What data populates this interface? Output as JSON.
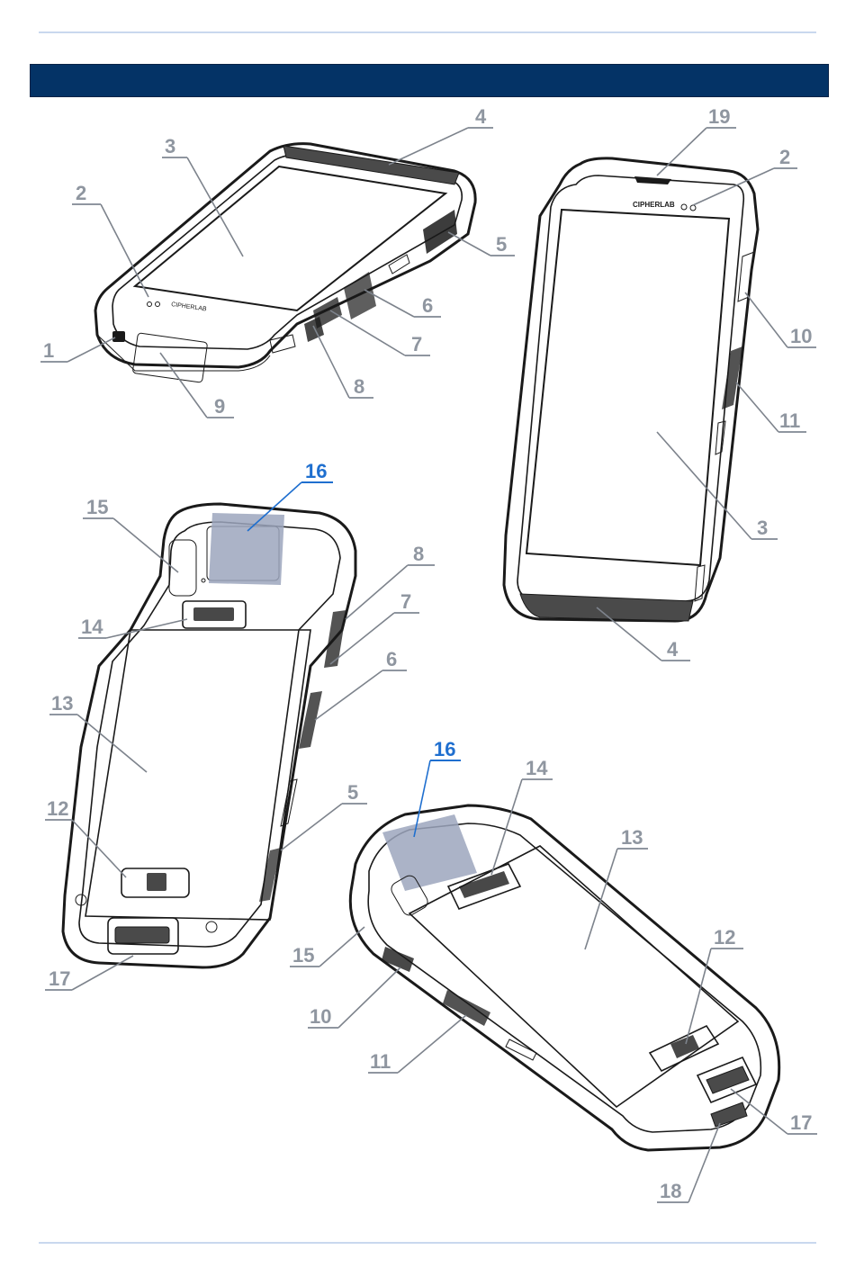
{
  "header": {
    "title": ""
  },
  "brand_logo": "CIPHERLAB",
  "views": [
    {
      "id": "front-left",
      "callouts": [
        "1",
        "2",
        "3",
        "4",
        "5",
        "6",
        "7",
        "8",
        "9"
      ]
    },
    {
      "id": "front-right",
      "callouts": [
        "19",
        "2",
        "10",
        "11",
        "3",
        "4"
      ]
    },
    {
      "id": "back-left",
      "callouts": [
        "16",
        "15",
        "14",
        "13",
        "12",
        "17",
        "8",
        "7",
        "6",
        "5"
      ]
    },
    {
      "id": "back-right",
      "callouts": [
        "16",
        "14",
        "13",
        "12",
        "15",
        "10",
        "11",
        "17",
        "18"
      ]
    }
  ],
  "colors": {
    "banner": "#043366",
    "rule": "#c9d8ee",
    "callout_gray": "#8f96a0",
    "callout_blue": "#1f6fcf",
    "label_patch": "#9ca6bd"
  }
}
